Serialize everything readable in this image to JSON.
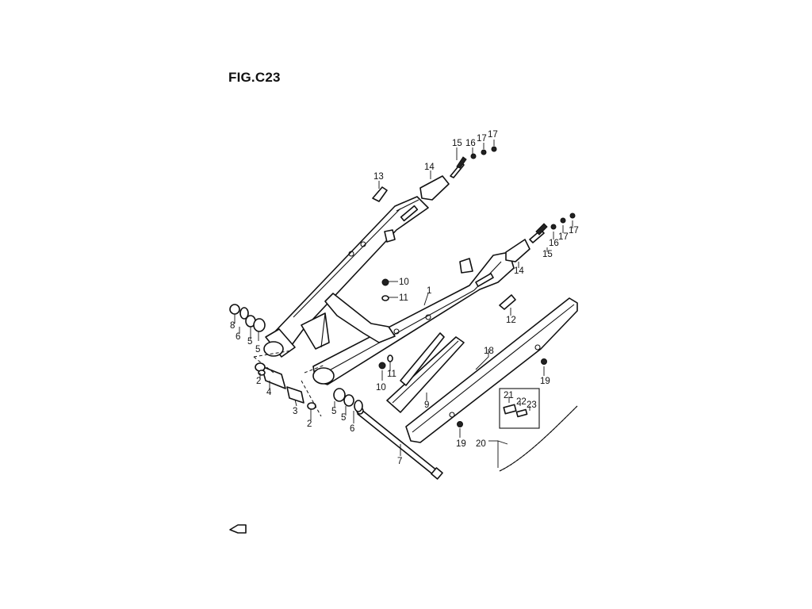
{
  "figure": {
    "title": "FIG.C23"
  },
  "callouts": [
    "1",
    "2",
    "2",
    "3",
    "4",
    "5",
    "5",
    "5",
    "5",
    "6",
    "6",
    "7",
    "8",
    "9",
    "10",
    "10",
    "11",
    "11",
    "12",
    "13",
    "14",
    "14",
    "15",
    "15",
    "16",
    "16",
    "17",
    "17",
    "17",
    "17",
    "18",
    "19",
    "19",
    "20",
    "21",
    "22",
    "23"
  ]
}
